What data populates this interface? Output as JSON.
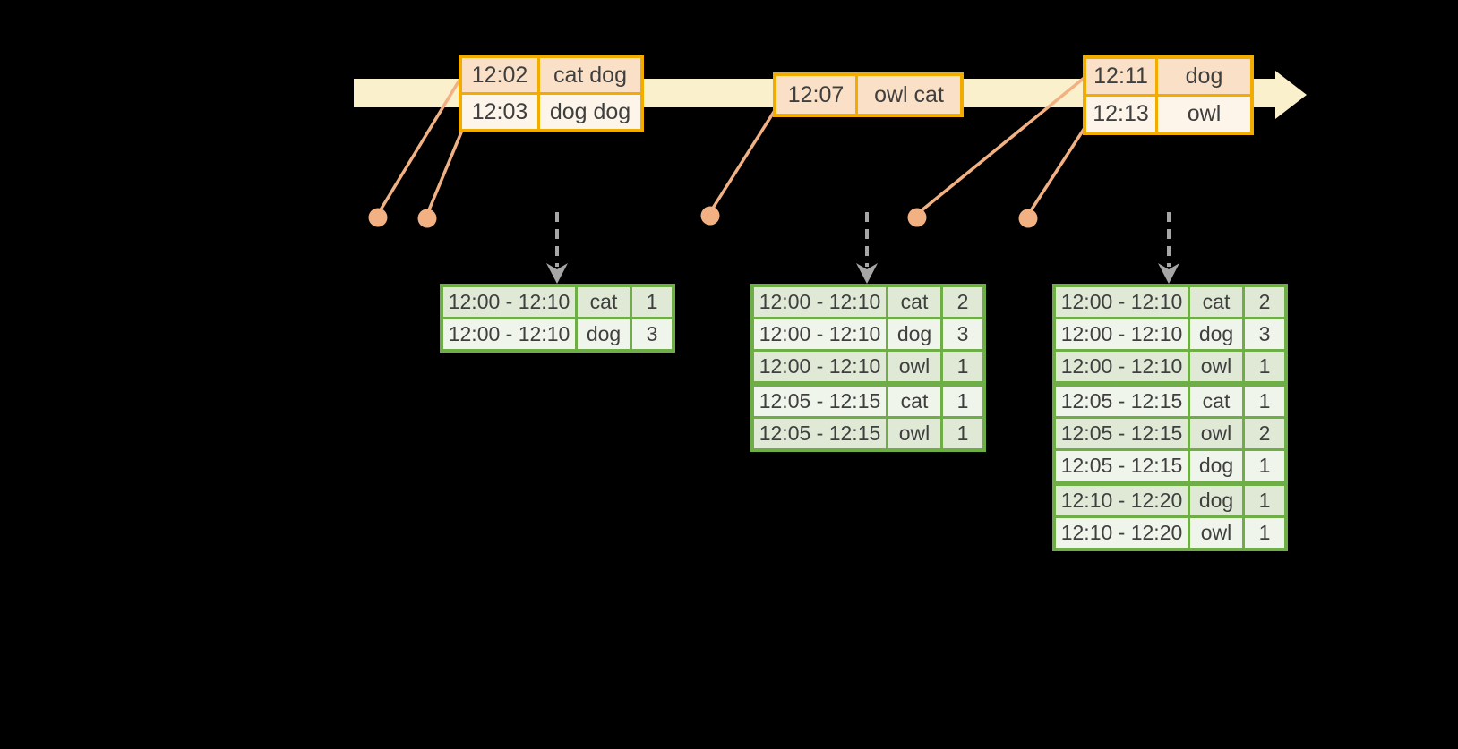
{
  "colors": {
    "background": "#000000",
    "timeline_band": "#FBF0CC",
    "event_border": "#F2AC00",
    "event_row_peach": "#F9E0C7",
    "event_row_cream": "#FDF5E9",
    "connector_orange": "#F2B183",
    "result_border": "#6FAE46",
    "result_row_dark": "#DFE9D6",
    "result_row_light": "#F0F5EC",
    "arrow_gray": "#A6A6A6",
    "text": "#3F3F3F"
  },
  "timeline": {
    "events": [
      {
        "rows": [
          {
            "time": "12:02",
            "words": "cat dog"
          },
          {
            "time": "12:03",
            "words": "dog dog"
          }
        ]
      },
      {
        "rows": [
          {
            "time": "12:07",
            "words": "owl cat"
          }
        ]
      },
      {
        "rows": [
          {
            "time": "12:11",
            "words": "dog"
          },
          {
            "time": "12:13",
            "words": "owl"
          }
        ]
      }
    ]
  },
  "result_tables": [
    {
      "rows": [
        {
          "window": "12:00 - 12:10",
          "word": "cat",
          "count": "1"
        },
        {
          "window": "12:00 - 12:10",
          "word": "dog",
          "count": "3"
        }
      ]
    },
    {
      "rows": [
        {
          "window": "12:00 - 12:10",
          "word": "cat",
          "count": "2"
        },
        {
          "window": "12:00 - 12:10",
          "word": "dog",
          "count": "3"
        },
        {
          "window": "12:00 - 12:10",
          "word": "owl",
          "count": "1"
        },
        {
          "window": "12:05 - 12:15",
          "word": "cat",
          "count": "1"
        },
        {
          "window": "12:05 - 12:15",
          "word": "owl",
          "count": "1"
        }
      ]
    },
    {
      "rows": [
        {
          "window": "12:00 - 12:10",
          "word": "cat",
          "count": "2"
        },
        {
          "window": "12:00 - 12:10",
          "word": "dog",
          "count": "3"
        },
        {
          "window": "12:00 - 12:10",
          "word": "owl",
          "count": "1"
        },
        {
          "window": "12:05 - 12:15",
          "word": "cat",
          "count": "1"
        },
        {
          "window": "12:05 - 12:15",
          "word": "owl",
          "count": "2"
        },
        {
          "window": "12:05 - 12:15",
          "word": "dog",
          "count": "1"
        },
        {
          "window": "12:10 - 12:20",
          "word": "dog",
          "count": "1"
        },
        {
          "window": "12:10 - 12:20",
          "word": "owl",
          "count": "1"
        }
      ]
    }
  ]
}
